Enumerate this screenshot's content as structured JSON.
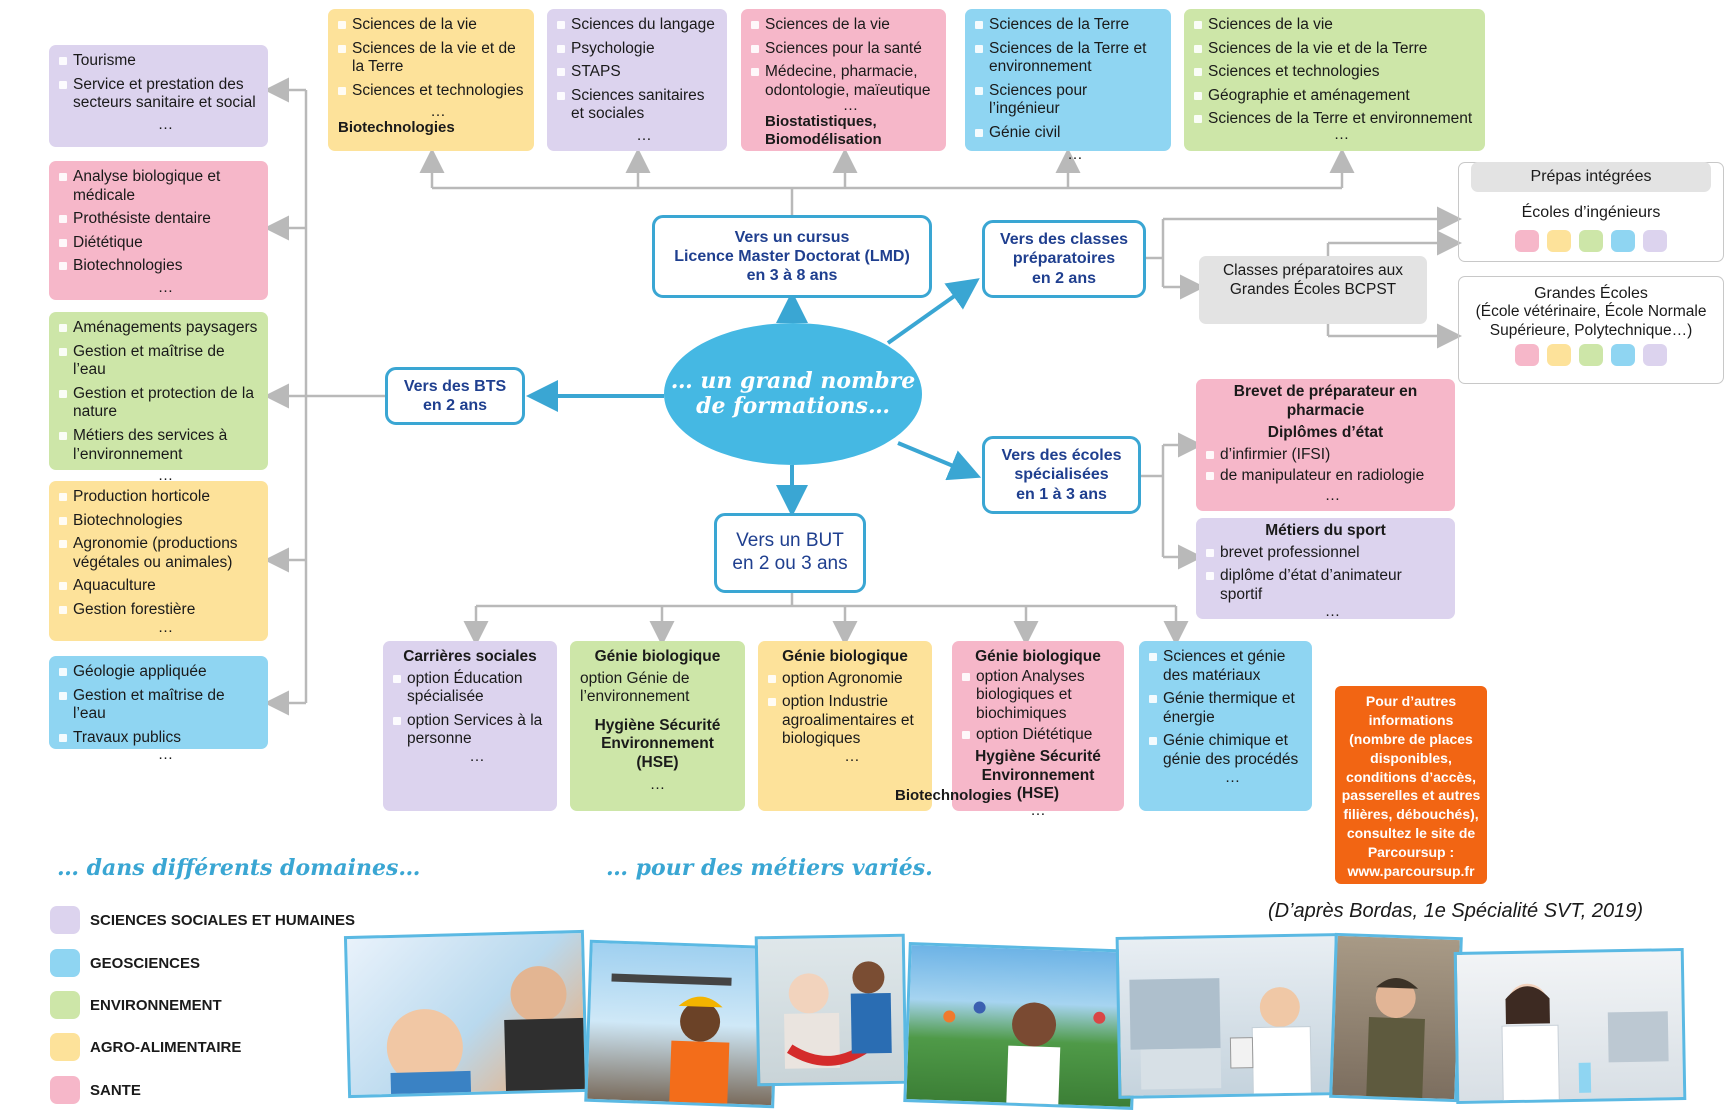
{
  "center": {
    "line1": "… un grand nombre",
    "line2": "de formations…"
  },
  "destinations": {
    "lmd": {
      "l1": "Vers un cursus",
      "l2": "Licence Master Doctorat (LMD)",
      "l3": "en 3 à 8 ans"
    },
    "prepa": {
      "l1": "Vers des classes",
      "l2": "préparatoires",
      "l3": "en 2 ans"
    },
    "bts": {
      "l1": "Vers des BTS",
      "l2": "en 2 ans"
    },
    "ecoles": {
      "l1": "Vers des écoles",
      "l2": "spécialisées",
      "l3": "en 1 à 3 ans"
    },
    "but": {
      "l1": "Vers un BUT",
      "l2": "en 2 ou 3 ans"
    }
  },
  "licence_boxes": [
    {
      "items": [
        "Sciences de la vie",
        "Sciences de la vie et de la Terre",
        "Sciences et technologies"
      ],
      "dots": "…",
      "extra": "Biotechnologies"
    },
    {
      "items": [
        "Sciences du langage",
        "Psychologie",
        "STAPS",
        "Sciences sanitaires et sociales"
      ],
      "dots": "…"
    },
    {
      "items": [
        "Sciences de la vie",
        "Sciences pour la santé",
        "Médecine, pharmacie, odontologie, maïeutique"
      ],
      "dots": "…",
      "extra": "Biostatistiques, Biomodélisation"
    },
    {
      "items": [
        "Sciences de la Terre",
        "Sciences de la Terre et environnement",
        "Sciences pour l’ingénieur",
        "Génie civil"
      ],
      "dots": "…"
    },
    {
      "items": [
        "Sciences de la vie",
        "Sciences de la vie et de la Terre",
        "Sciences et technologies",
        "Géographie et aménagement",
        "Sciences de la Terre et environnement"
      ],
      "dots": "…"
    }
  ],
  "bts_boxes": [
    {
      "items": [
        "Tourisme",
        "Service et prestation des secteurs sanitaire et social"
      ],
      "dots": "…"
    },
    {
      "items": [
        "Analyse biologique et médicale",
        "Prothésiste dentaire",
        "Diététique",
        "Biotechnologies"
      ],
      "dots": "…"
    },
    {
      "items": [
        "Aménagements paysagers",
        "Gestion et maîtrise de l’eau",
        "Gestion et protection de la nature",
        "Métiers des services à l’environnement"
      ],
      "dots": "…"
    },
    {
      "items": [
        "Production horticole",
        "Biotechnologies",
        "Agronomie (productions végétales ou animales)",
        "Aquaculture",
        "Gestion forestière"
      ],
      "dots": "…"
    },
    {
      "items": [
        "Géologie appliquée",
        "Gestion et maîtrise de l’eau",
        "Travaux publics"
      ],
      "dots": "…"
    }
  ],
  "prepa_boxes": {
    "integrees_title": "Prépas intégrées",
    "ingenieurs": "Écoles d’ingénieurs",
    "bcpst": "Classes préparatoires aux Grandes Écoles BCPST",
    "grandes_ecoles_title": "Grandes Écoles",
    "grandes_ecoles_detail": "(École vétérinaire, École Normale Supérieure, Polytechnique…)"
  },
  "ecoles_boxes": [
    {
      "h1": "Brevet de préparateur en pharmacie",
      "h2": "Diplômes d’état",
      "items": [
        "d’infirmier (IFSI)",
        "de manipulateur en radiologie"
      ],
      "dots": "…"
    },
    {
      "h1": "Métiers du sport",
      "items": [
        "brevet professionnel",
        "diplôme d’état d’animateur sportif"
      ],
      "dots": "…"
    }
  ],
  "but_boxes": [
    {
      "title": "Carrières sociales",
      "items": [
        "option Éducation spécialisée",
        "option Services à la personne"
      ],
      "dots": "…"
    },
    {
      "title": "Génie biologique",
      "lines": [
        "option Génie de l’environnement"
      ],
      "sub": "Hygiène Sécurité Environnement (HSE)",
      "dots": "…"
    },
    {
      "title": "Génie biologique",
      "items": [
        "option Agronomie",
        "option Industrie agroalimentaires et biologiques"
      ],
      "dots": "…"
    },
    {
      "title": "Génie biologique",
      "items": [
        "option Analyses biologiques et biochimiques",
        "option Diététique"
      ],
      "sub": "Hygiène Sécurité Environnement (HSE)",
      "dots": "…",
      "extra": "Biotechnologies"
    },
    {
      "items": [
        "Sciences et génie des matériaux",
        "Génie thermique et énergie",
        "Génie chimique et génie des procédés"
      ],
      "dots": "…"
    }
  ],
  "orange_note": "Pour d’autres informations (nombre de places disponibles, conditions d’accès, passerelles et autres filières, débouchés), consultez le site de Parcoursup : www.parcoursup.fr",
  "subtitles": {
    "left": "… dans différents domaines…",
    "right": "… pour des métiers variés."
  },
  "source": "(D’après Bordas, 1e Spécialité SVT, 2019)",
  "legend": [
    {
      "label": "SCIENCES SOCIALES ET HUMAINES",
      "color": "#dcd3ee"
    },
    {
      "label": "GEOSCIENCES",
      "color": "#8fd5f2"
    },
    {
      "label": "ENVIRONNEMENT",
      "color": "#cde6a8"
    },
    {
      "label": "AGRO-ALIMENTAIRE",
      "color": "#fde29a"
    },
    {
      "label": "SANTE",
      "color": "#f6b7c9"
    }
  ],
  "colors": {
    "accent": "#3aa6d3",
    "center": "#45b8e3",
    "title_text": "#1f3f8f",
    "orange": "#f26513",
    "connector": "#b9b9b9"
  }
}
